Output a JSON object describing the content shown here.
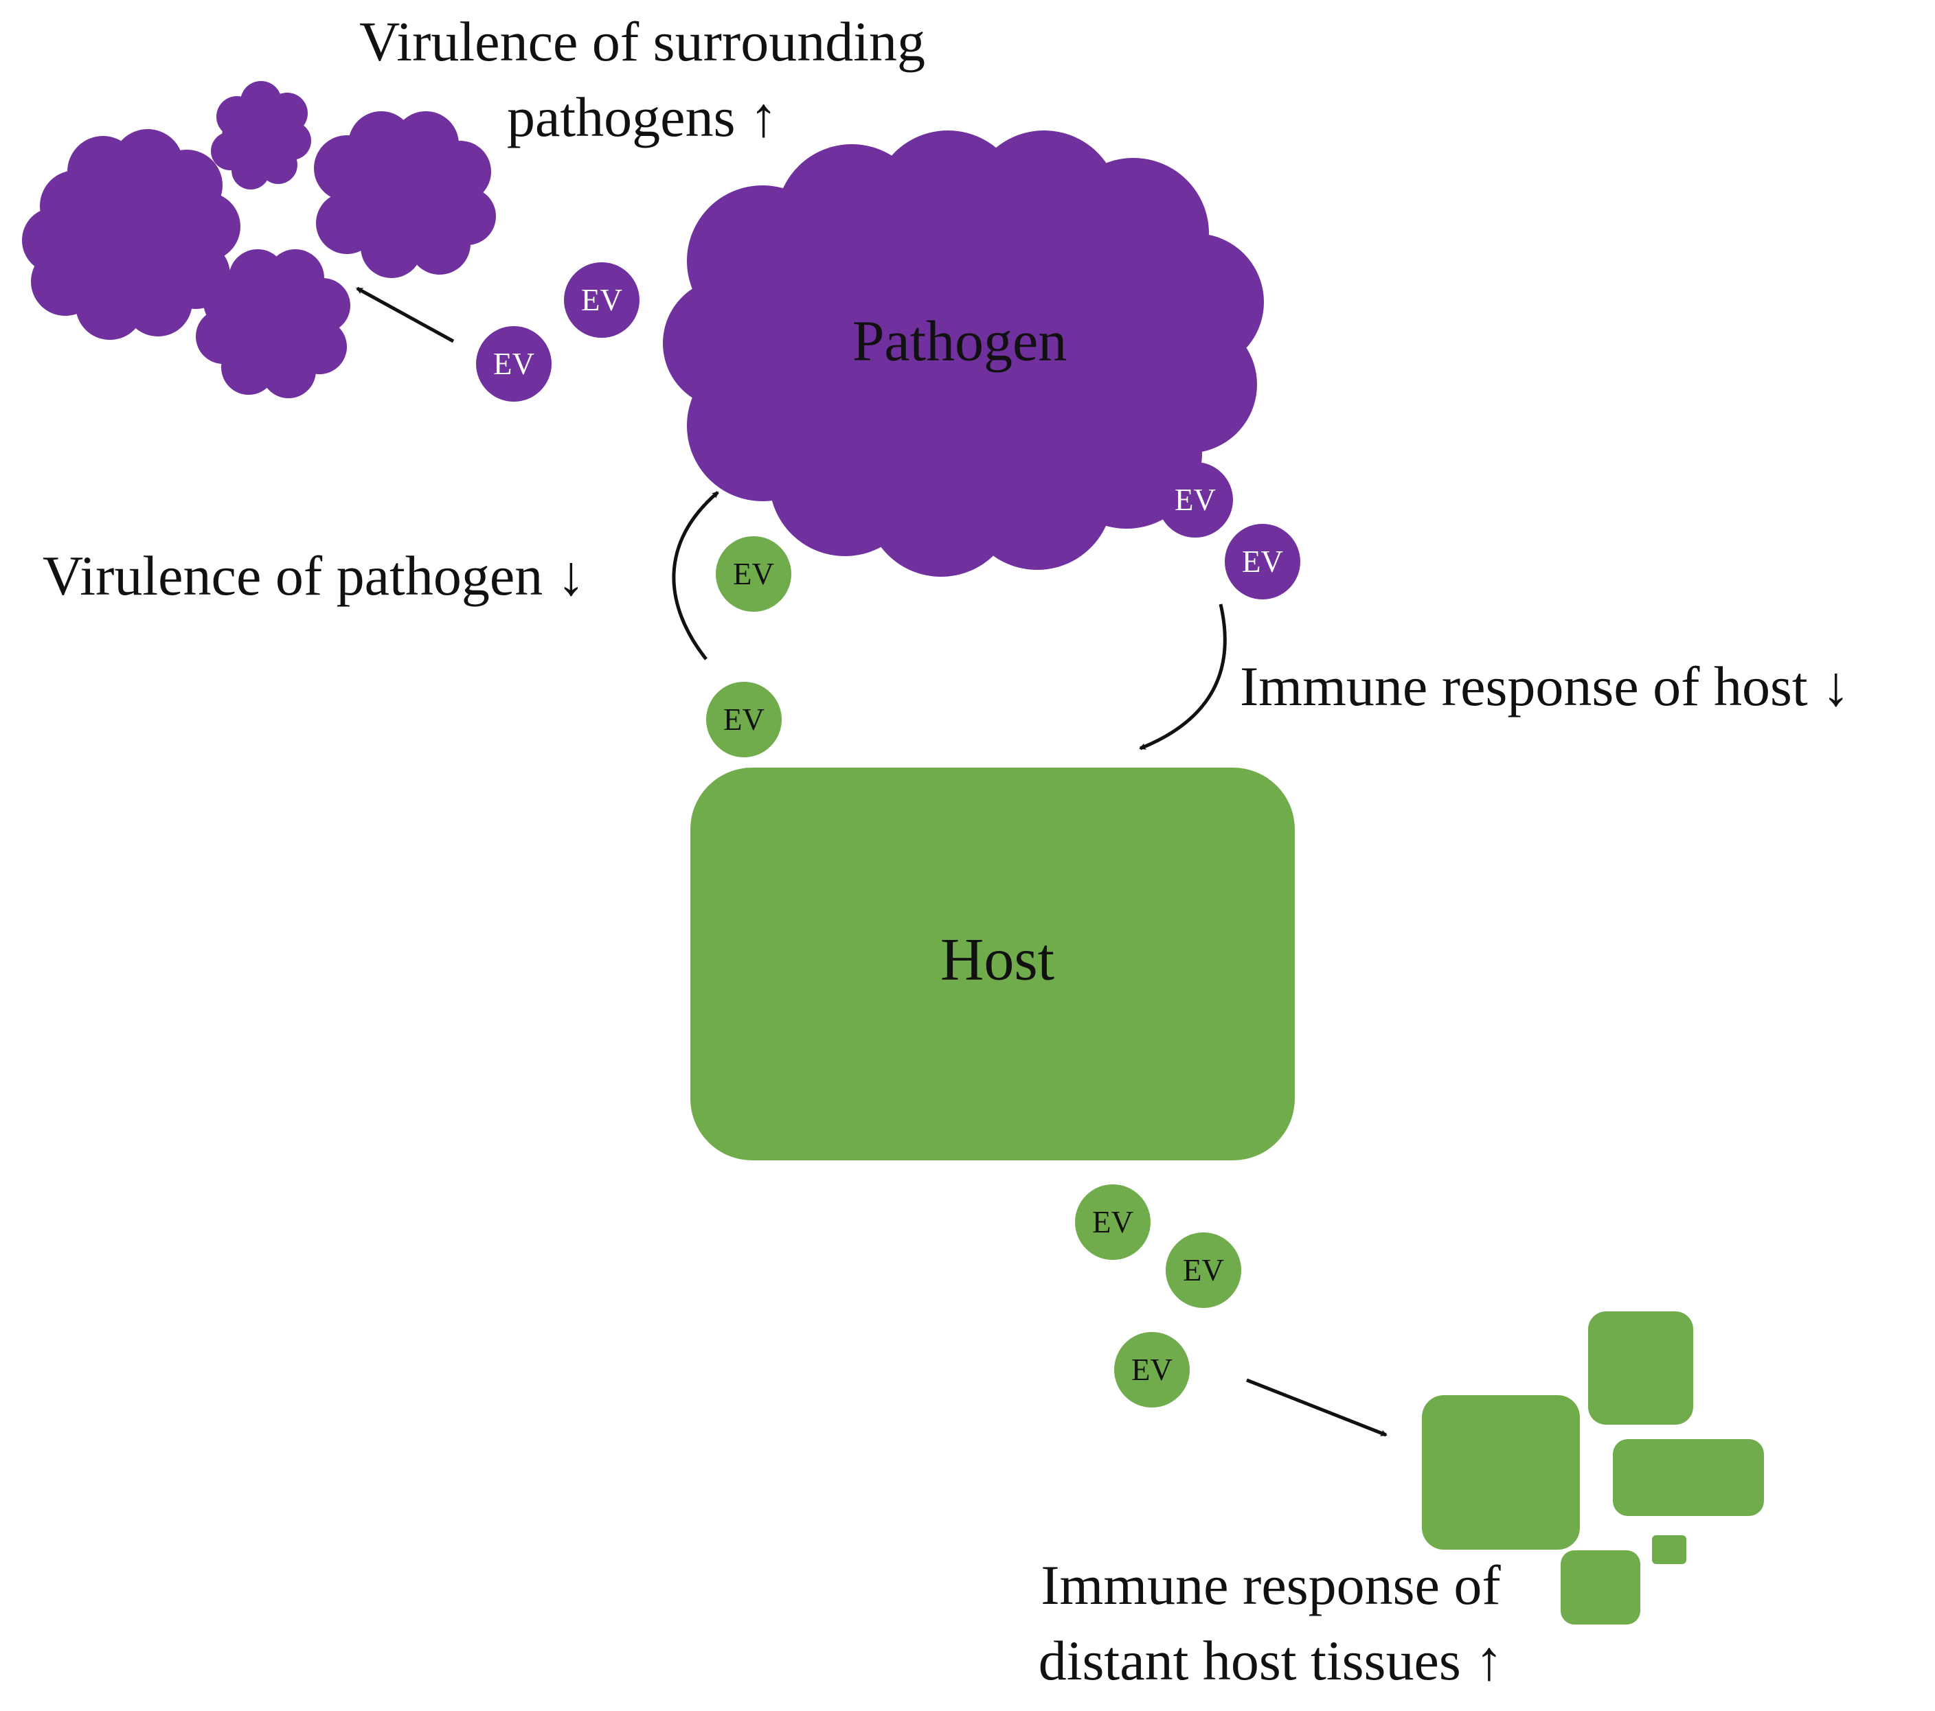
{
  "colors": {
    "pathogen": "#70309e",
    "host": "#70ac4b",
    "arrow": "#111111",
    "ev_text_on_pathogen": "#ffffff",
    "ev_text_on_host": "#111111"
  },
  "nodes": {
    "pathogen_label": "Pathogen",
    "host_label": "Host"
  },
  "vesicle_label": "EV",
  "annotations": {
    "surrounding_line1": "Virulence of surrounding",
    "surrounding_line2": "pathogens ↑",
    "pathogen_down": "Virulence of pathogen ↓",
    "host_down": "Immune response of host ↓",
    "distant_line1": "Immune response of",
    "distant_line2": "distant host tissues ↑"
  }
}
